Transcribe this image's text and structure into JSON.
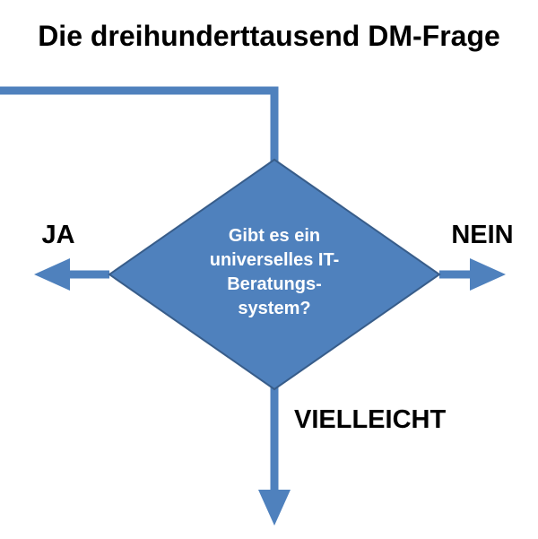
{
  "title": "Die dreihunderttausend DM-Frage",
  "diamond": {
    "question_full": "Gibt es ein universelles IT-Beratungs-system?",
    "lines": [
      "Gibt es ein",
      "universelles IT-",
      "Beratungs-",
      "system?"
    ]
  },
  "labels": {
    "yes": "JA",
    "no": "NEIN",
    "maybe": "VIELLEICHT"
  },
  "colors": {
    "shape_fill": "#4f81bd",
    "shape_border": "#385d8a",
    "arrow": "#4f81bd",
    "text_on_shape": "#ffffff",
    "title_text": "#000000"
  }
}
